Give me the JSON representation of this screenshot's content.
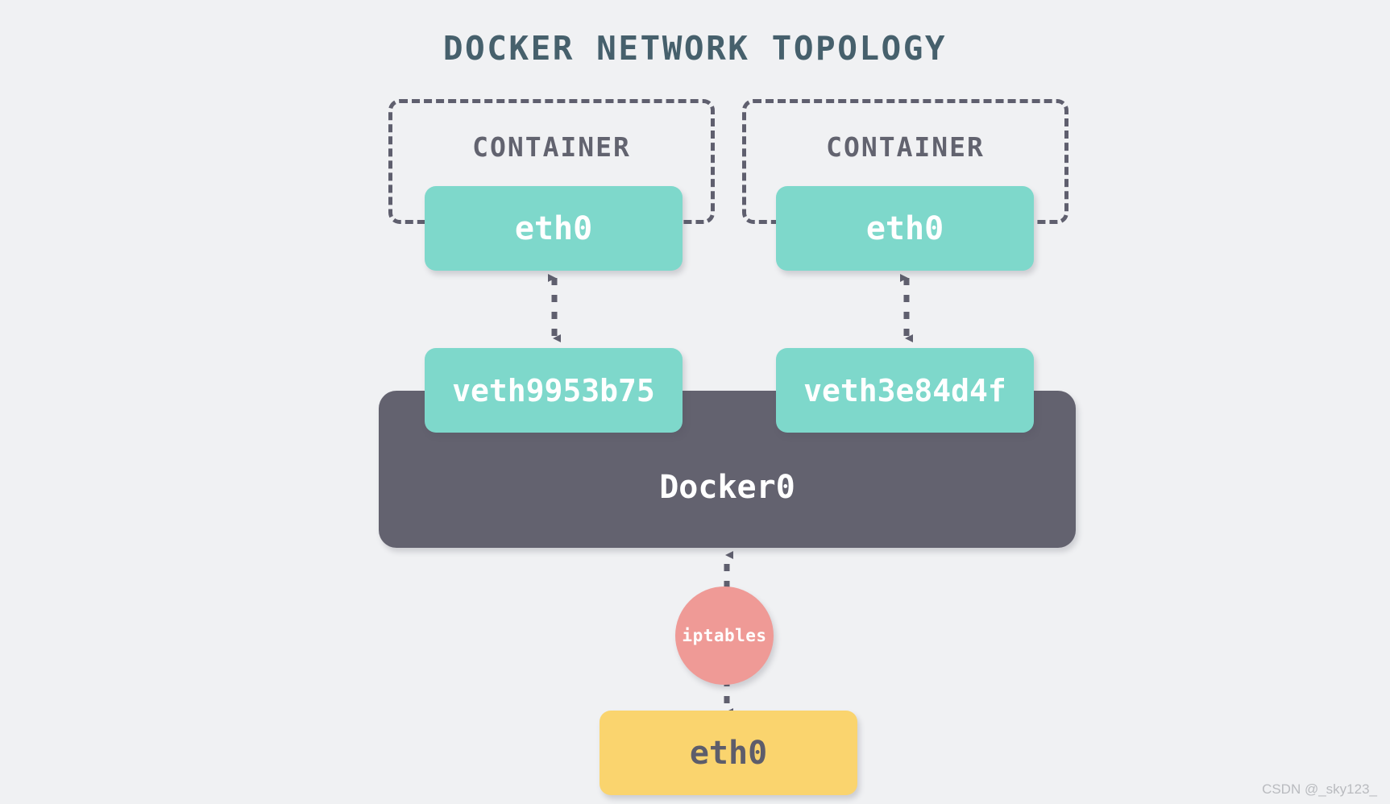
{
  "diagram": {
    "title": "DOCKER NETWORK TOPOLOGY",
    "background_color": "#f0f1f3",
    "title_color": "#46606c",
    "watermark": "CSDN @_sky123_"
  },
  "containers": [
    {
      "label": "CONTAINER",
      "border_style": "dashed",
      "border_color": "#5f5f6e"
    },
    {
      "label": "CONTAINER",
      "border_style": "dashed",
      "border_color": "#5f5f6e"
    }
  ],
  "nodes": {
    "container_left_eth0": {
      "label": "eth0",
      "color": "#7ed8cb",
      "text_color": "#ffffff"
    },
    "container_right_eth0": {
      "label": "eth0",
      "color": "#7ed8cb",
      "text_color": "#ffffff"
    },
    "veth_left": {
      "label": "veth9953b75",
      "color": "#7ed8cb",
      "text_color": "#ffffff"
    },
    "veth_right": {
      "label": "veth3e84d4f",
      "color": "#7ed8cb",
      "text_color": "#ffffff"
    },
    "bridge": {
      "label": "Docker0",
      "color": "#63626f",
      "text_color": "#ffffff"
    },
    "firewall": {
      "label": "iptables",
      "color": "#ef9a96",
      "text_color": "#ffffff"
    },
    "host_eth0": {
      "label": "eth0",
      "color": "#fad46e",
      "text_color": "#5d5d6b"
    }
  },
  "edges": [
    {
      "from": "container_left_eth0",
      "to": "veth_left",
      "style": "dashed",
      "arrow": "both",
      "color": "#5f5f6e"
    },
    {
      "from": "container_right_eth0",
      "to": "veth_right",
      "style": "dashed",
      "arrow": "both",
      "color": "#5f5f6e"
    },
    {
      "from": "firewall",
      "to": "bridge",
      "style": "dashed",
      "arrow": "up",
      "color": "#5f5f6e"
    },
    {
      "from": "firewall",
      "to": "host_eth0",
      "style": "dashed",
      "arrow": "down",
      "color": "#5f5f6e"
    }
  ]
}
